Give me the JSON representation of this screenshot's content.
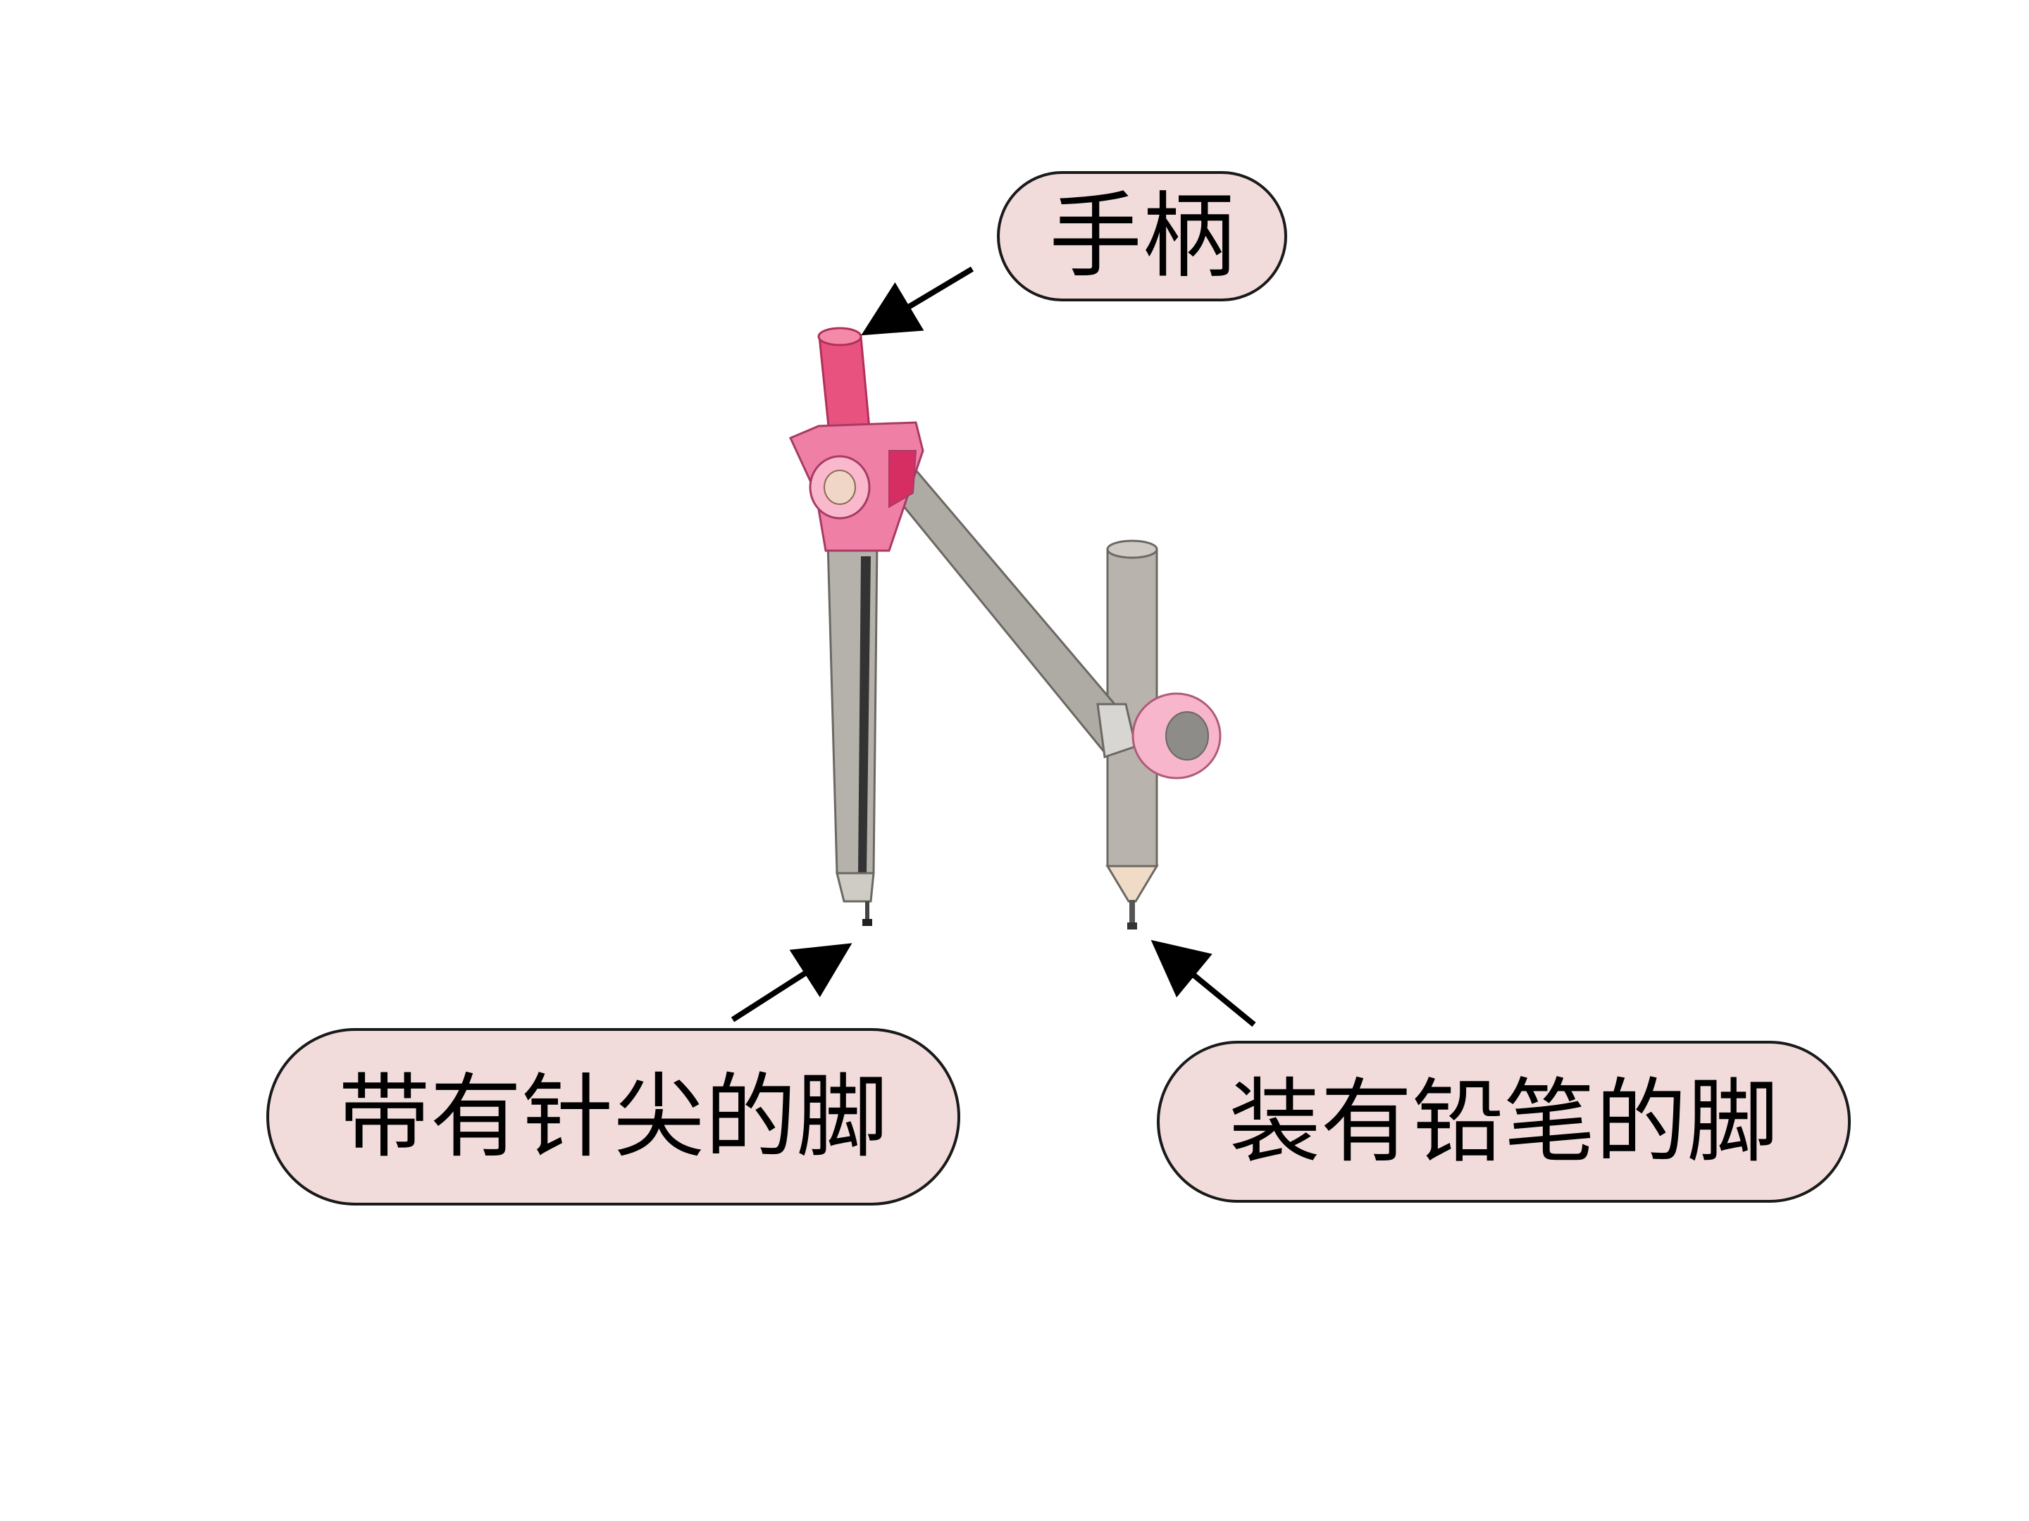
{
  "labels": {
    "handle": "手柄",
    "needle_leg": "带有针尖的脚",
    "pencil_leg": "装有铅笔的脚"
  },
  "colors": {
    "label_fill": "#f2dcdb",
    "handle_pink": "#e8527e",
    "hinge_pink": "#f07fa6",
    "metal_gray": "#b5b2ac",
    "outline": "#1a1a1a"
  }
}
